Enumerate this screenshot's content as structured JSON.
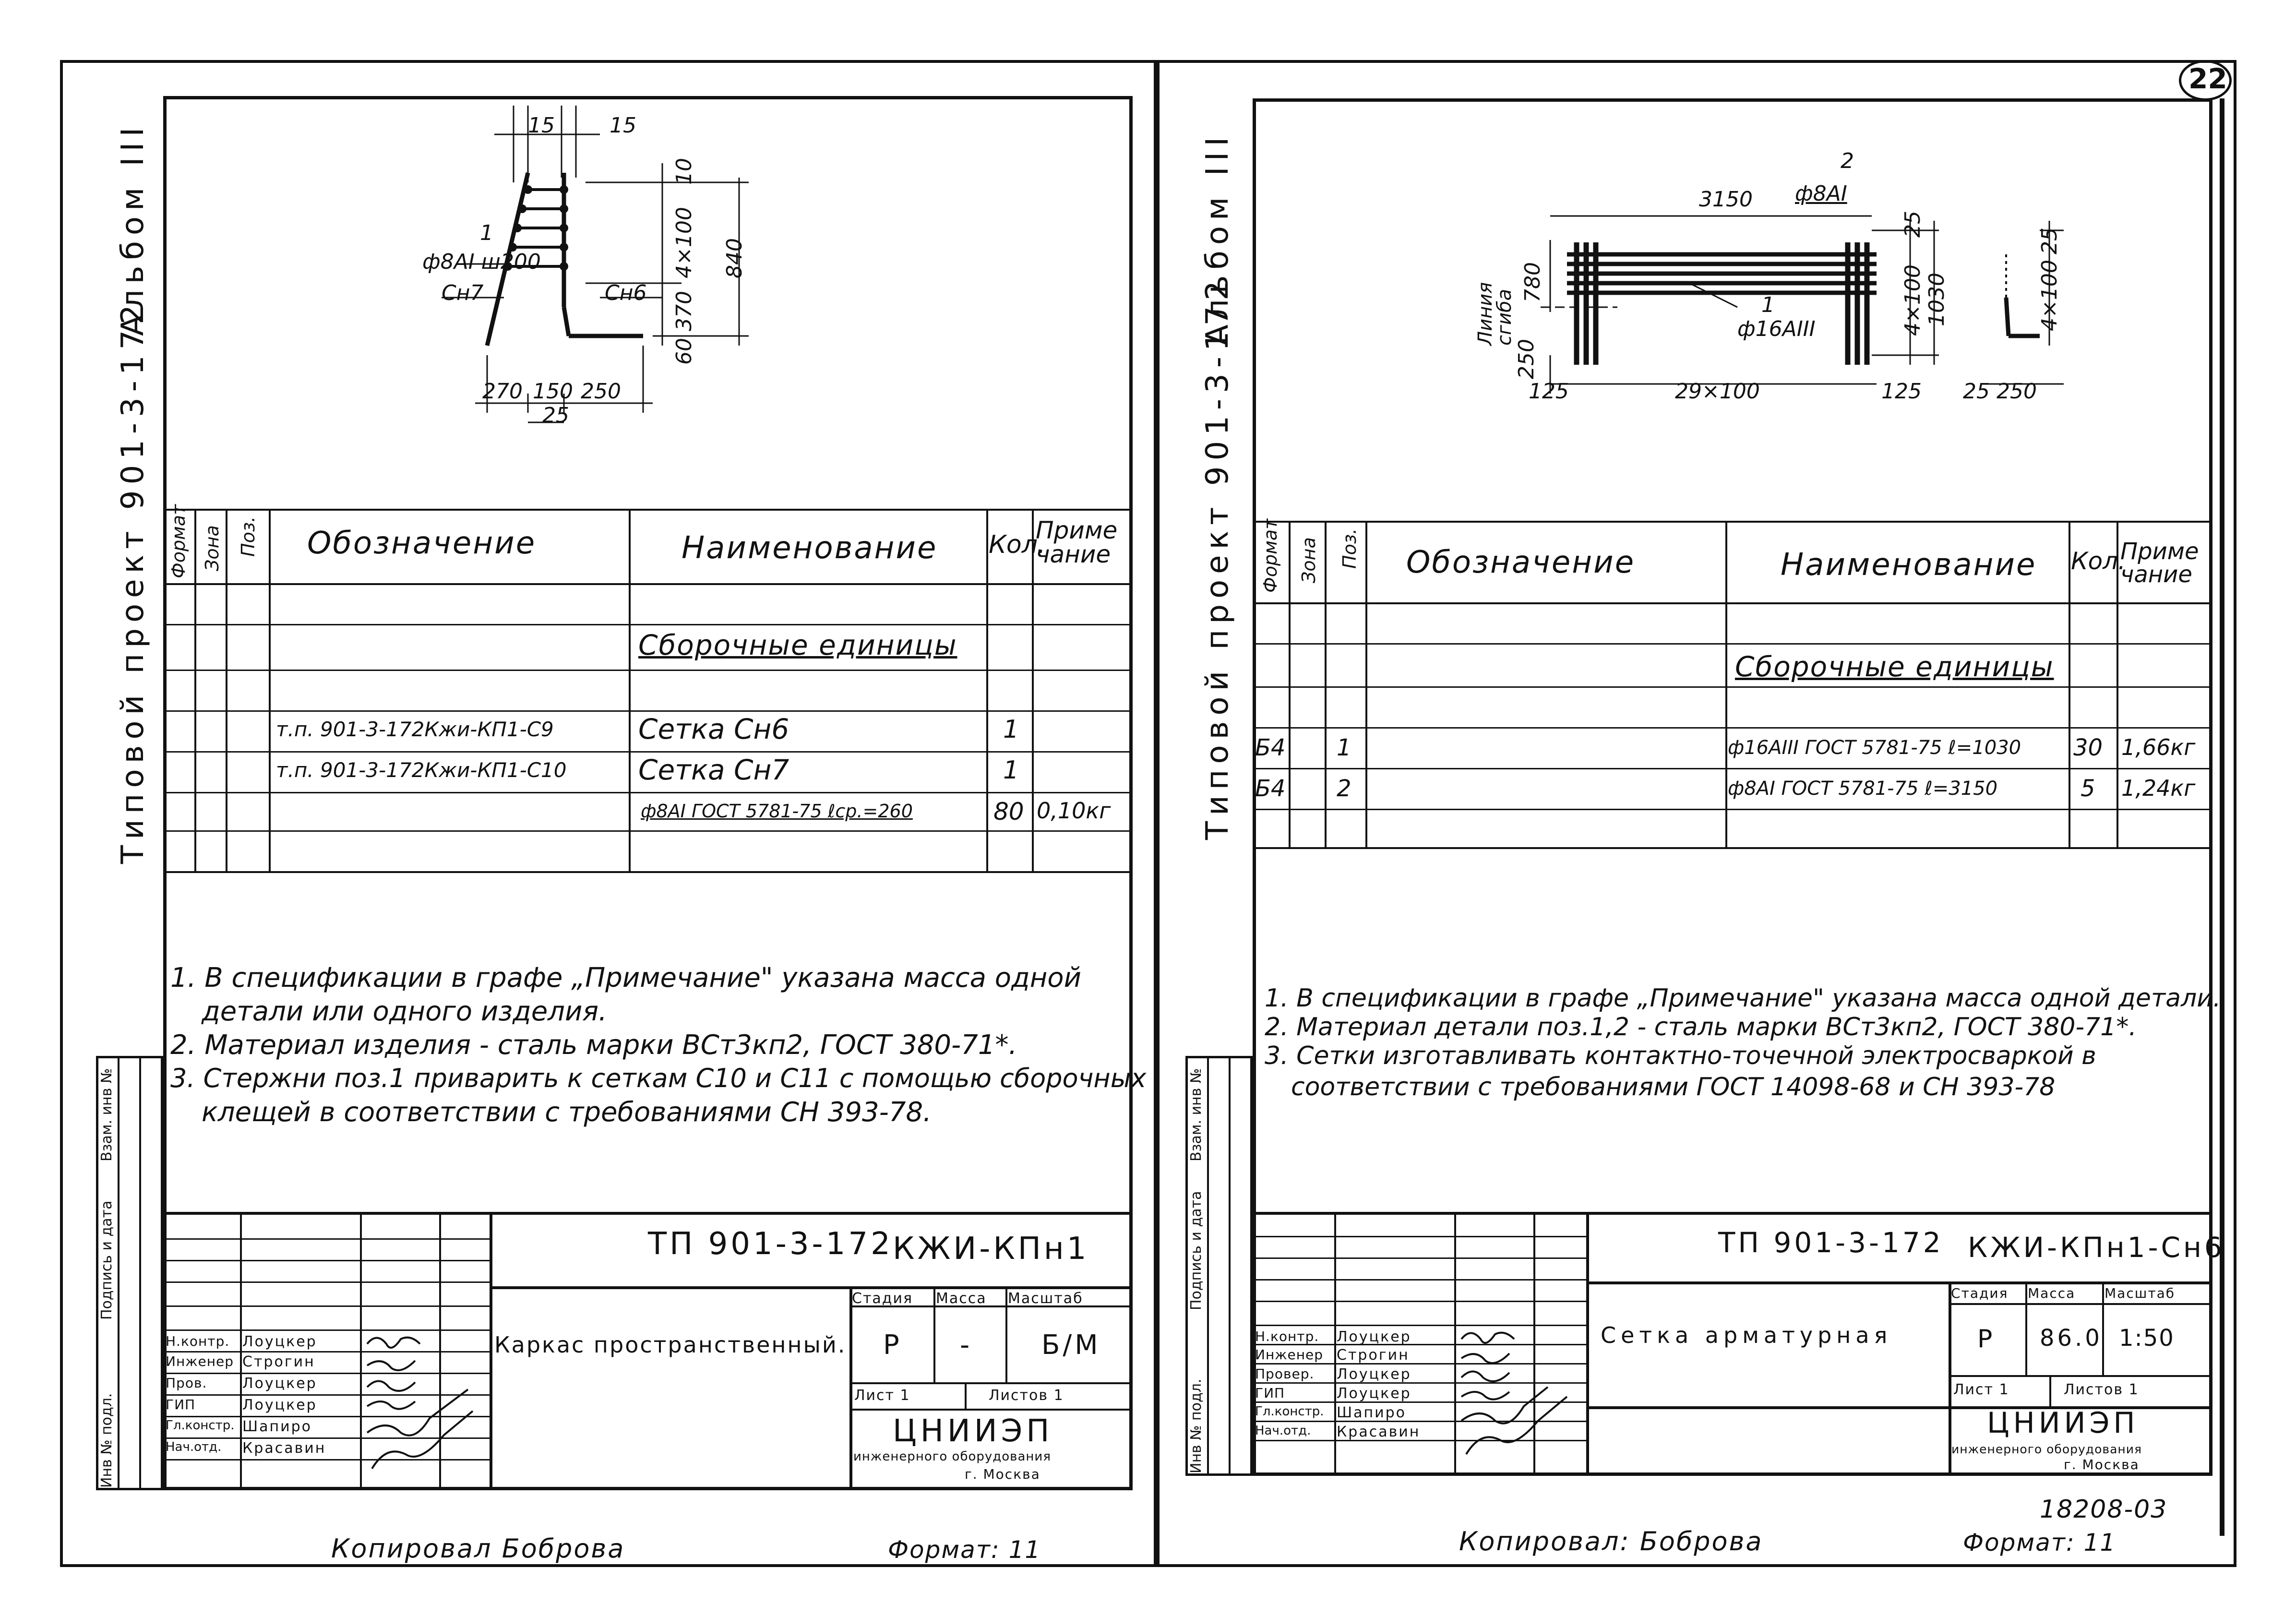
{
  "page_badge": "22",
  "left": {
    "side_project": "Типовой проект 901-3-172",
    "side_album": "Альбом III",
    "drawing": {
      "dim_top_left": "15",
      "dim_top_right": "15",
      "pos_number": "1",
      "bar_label": "ф8AI ш200",
      "left_tag": "Cн7",
      "right_tag": "Cн6",
      "dim_v1": "4×100",
      "dim_v2": "370",
      "dim_v3": "60",
      "dim_total": "840",
      "dim_v_top": "10",
      "dim_b1": "270",
      "dim_b2": "150",
      "dim_b3": "250",
      "dim_b4": "25"
    },
    "table": {
      "headers": [
        "Формат",
        "Зона",
        "Поз.",
        "Обозначение",
        "Наименование",
        "Кол.",
        "Примечание"
      ],
      "section": "Сборочные единицы",
      "rows": [
        {
          "oboz": "т.п. 901-3-172Кжи-КП1-С9",
          "name": "Сетка Сн6",
          "qty": "1",
          "note": ""
        },
        {
          "oboz": "т.п. 901-3-172Кжи-КП1-С10",
          "name": "Сетка Сн7",
          "qty": "1",
          "note": ""
        },
        {
          "oboz": "",
          "name": "ф8AI ГОСТ 5781-75 ℓср.=260",
          "qty": "80",
          "note": "0,10кг"
        }
      ]
    },
    "notes": [
      "1. В спецификации в графе „Примечание\" указана масса одной",
      "детали или одного изделия.",
      "2. Материал изделия - сталь марки ВСт3кп2, ГОСТ 380-71*.",
      "3. Стержни поз.1 приварить к сеткам С10 и С11 с помощью сборочных",
      "клещей в соответствии с требованиями СН 393-78."
    ],
    "stamp": {
      "code": "ТП 901-3-172",
      "mark": "КЖИ-КПн1",
      "title": "Каркас пространственный.",
      "stage_h": "Стадия",
      "mass_h": "Масса",
      "scale_h": "Масштаб",
      "stage": "Р",
      "mass": "-",
      "scale": "Б/М",
      "sheet": "Лист 1",
      "sheets": "Листов 1",
      "org": "ЦНИИЭП",
      "org2": "инженерного оборудования",
      "city": "г. Москва",
      "roles": [
        "Н.контр.",
        "Инженер",
        "Пров.",
        "ГИП",
        "Гл.констр.",
        "Нач.отд."
      ],
      "names": [
        "Лоуцкер",
        "Строгин",
        "Лоуцкер",
        "Лоуцкер",
        "Шапиро",
        "Красавин"
      ]
    },
    "side_cols": [
      "Инв № подл.",
      "Подпись и дата",
      "Взам. инв №"
    ],
    "copied": "Копировал  Боброва",
    "format": "Формат: 11"
  },
  "right": {
    "side_project": "Типовой проект 901-3-172",
    "side_album": "Альбом III",
    "drawing": {
      "pos2": "2",
      "len": "3150",
      "bar2": "ф8AI",
      "bar1": "ф16AIII",
      "pos1": "1",
      "weld_line": "Линия сгиба",
      "d780": "780",
      "d250": "250",
      "d25a": "25",
      "d4x100": "4×100",
      "d1030": "1030",
      "d125a": "125",
      "d29x100": "29×100",
      "d125b": "125",
      "d25b": "25",
      "d250b": "250",
      "d25c": "25",
      "d4x100b": "4×100"
    },
    "table": {
      "headers": [
        "Формат",
        "Зона",
        "Поз.",
        "Обозначение",
        "Наименование",
        "Кол.",
        "Примечание"
      ],
      "section": "Сборочные единицы",
      "rows": [
        {
          "fmt": "Б4",
          "pos": "1",
          "name": "ф16AIII ГОСТ 5781-75 ℓ=1030",
          "qty": "30",
          "note": "1,66кг"
        },
        {
          "fmt": "Б4",
          "pos": "2",
          "name": "ф8AI ГОСТ 5781-75 ℓ=3150",
          "qty": "5",
          "note": "1,24кг"
        }
      ]
    },
    "notes": [
      "1. В спецификации в графе „Примечание\" указана масса одной детали.",
      "2. Материал детали поз.1,2 - сталь марки ВСт3кп2, ГОСТ 380-71*.",
      "3. Сетки изготавливать контактно-точечной электросваркой в",
      "соответствии с требованиями ГОСТ 14098-68 и СН 393-78"
    ],
    "stamp": {
      "code": "ТП 901-3-172",
      "mark": "КЖИ-КПн1-Сн6",
      "title": "Сетка арматурная",
      "stage_h": "Стадия",
      "mass_h": "Масса",
      "scale_h": "Масштаб",
      "stage": "Р",
      "mass": "86.0",
      "scale": "1:50",
      "sheet": "Лист 1",
      "sheets": "Листов 1",
      "org": "ЦНИИЭП",
      "org2": "инженерного оборудования",
      "city": "г. Москва",
      "roles": [
        "Н.контр.",
        "Инженер",
        "Провер.",
        "ГИП",
        "Гл.констр.",
        "Нач.отд."
      ],
      "names": [
        "Лоуцкер",
        "Строгин",
        "Лоуцкер",
        "Лоуцкер",
        "Шапиро",
        "Красавин"
      ]
    },
    "side_cols": [
      "Инв № подл.",
      "Подпись и дата",
      "Взам. инв №"
    ],
    "number": "18208-03",
    "copied": "Копировал: Боброва",
    "format": "Формат: 11"
  }
}
